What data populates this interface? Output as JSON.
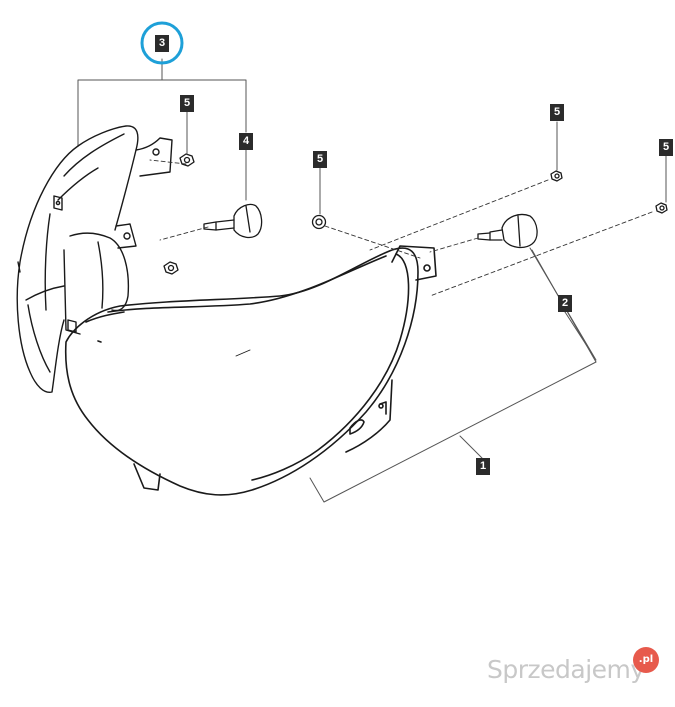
{
  "diagram": {
    "labels": {
      "headlight_assembly": "1",
      "bulb_small": "2",
      "assembly_group": "3",
      "bulb_main": "4",
      "nut_a": "5",
      "nut_b": "5",
      "nut_c": "5",
      "nut_d": "5"
    },
    "highlight_color": "#1ea0d8",
    "label_bg": "#2b2b2b"
  },
  "watermark": {
    "text": "Sprzedajemy",
    "badge": ".pl"
  }
}
